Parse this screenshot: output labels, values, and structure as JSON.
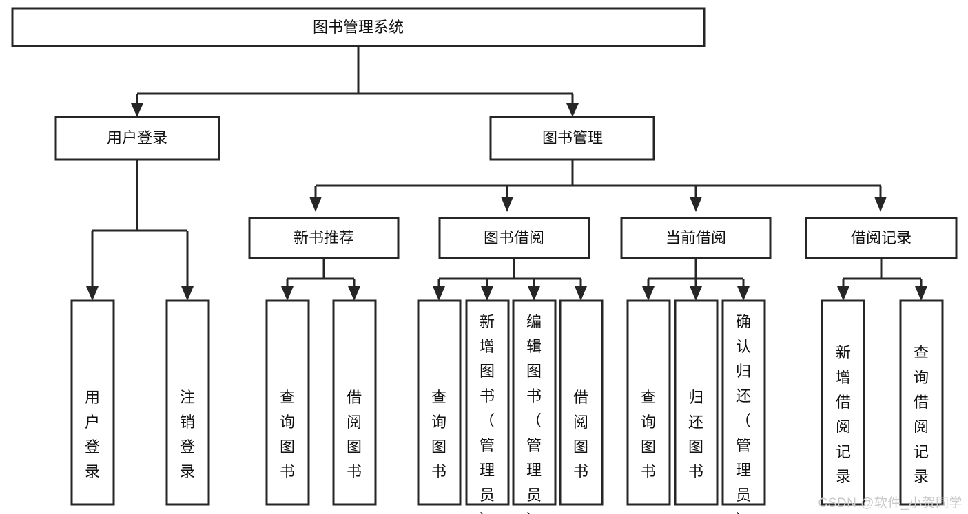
{
  "diagram": {
    "type": "tree-hierarchy",
    "title": "图书管理系统",
    "watermark": "CSDN @软件_小贺同学",
    "colors": {
      "stroke": "#262626",
      "fill": "#ffffff",
      "text": "#111111",
      "watermark": "#c9c9c9",
      "background": "#ffffff"
    },
    "levels": [
      {
        "level": 1,
        "nodes": [
          {
            "id": "root",
            "label": "图书管理系统",
            "orientation": "horizontal"
          }
        ]
      },
      {
        "level": 2,
        "nodes": [
          {
            "id": "login",
            "label": "用户登录",
            "orientation": "horizontal",
            "parent": "root"
          },
          {
            "id": "bookmgmt",
            "label": "图书管理",
            "orientation": "horizontal",
            "parent": "root"
          }
        ]
      },
      {
        "level": 3,
        "nodes": [
          {
            "id": "newbook",
            "label": "新书推荐",
            "orientation": "horizontal",
            "parent": "bookmgmt"
          },
          {
            "id": "borrow",
            "label": "图书借阅",
            "orientation": "horizontal",
            "parent": "bookmgmt"
          },
          {
            "id": "current",
            "label": "当前借阅",
            "orientation": "horizontal",
            "parent": "bookmgmt"
          },
          {
            "id": "records",
            "label": "借阅记录",
            "orientation": "horizontal",
            "parent": "bookmgmt"
          }
        ]
      },
      {
        "level": 4,
        "nodes": [
          {
            "id": "leaf-1",
            "label": "用户登录",
            "orientation": "vertical",
            "parent": "login"
          },
          {
            "id": "leaf-2",
            "label": "注销登录",
            "orientation": "vertical",
            "parent": "login"
          },
          {
            "id": "leaf-3",
            "label": "查询图书",
            "orientation": "vertical",
            "parent": "newbook"
          },
          {
            "id": "leaf-4",
            "label": "借阅图书",
            "orientation": "vertical",
            "parent": "newbook"
          },
          {
            "id": "leaf-5",
            "label": "查询图书",
            "orientation": "vertical",
            "parent": "borrow"
          },
          {
            "id": "leaf-6",
            "label": "新增图书（管理员）",
            "orientation": "vertical",
            "parent": "borrow"
          },
          {
            "id": "leaf-7",
            "label": "编辑图书（管理员）",
            "orientation": "vertical",
            "parent": "borrow"
          },
          {
            "id": "leaf-8",
            "label": "借阅图书",
            "orientation": "vertical",
            "parent": "borrow"
          },
          {
            "id": "leaf-9",
            "label": "查询图书",
            "orientation": "vertical",
            "parent": "current"
          },
          {
            "id": "leaf-10",
            "label": "归还图书",
            "orientation": "vertical",
            "parent": "current"
          },
          {
            "id": "leaf-11",
            "label": "确认归还（管理员）",
            "orientation": "vertical",
            "parent": "current"
          },
          {
            "id": "leaf-12",
            "label": "新增借阅记录",
            "orientation": "vertical",
            "parent": "records"
          },
          {
            "id": "leaf-13",
            "label": "查询借阅记录",
            "orientation": "vertical",
            "parent": "records"
          }
        ]
      }
    ]
  }
}
